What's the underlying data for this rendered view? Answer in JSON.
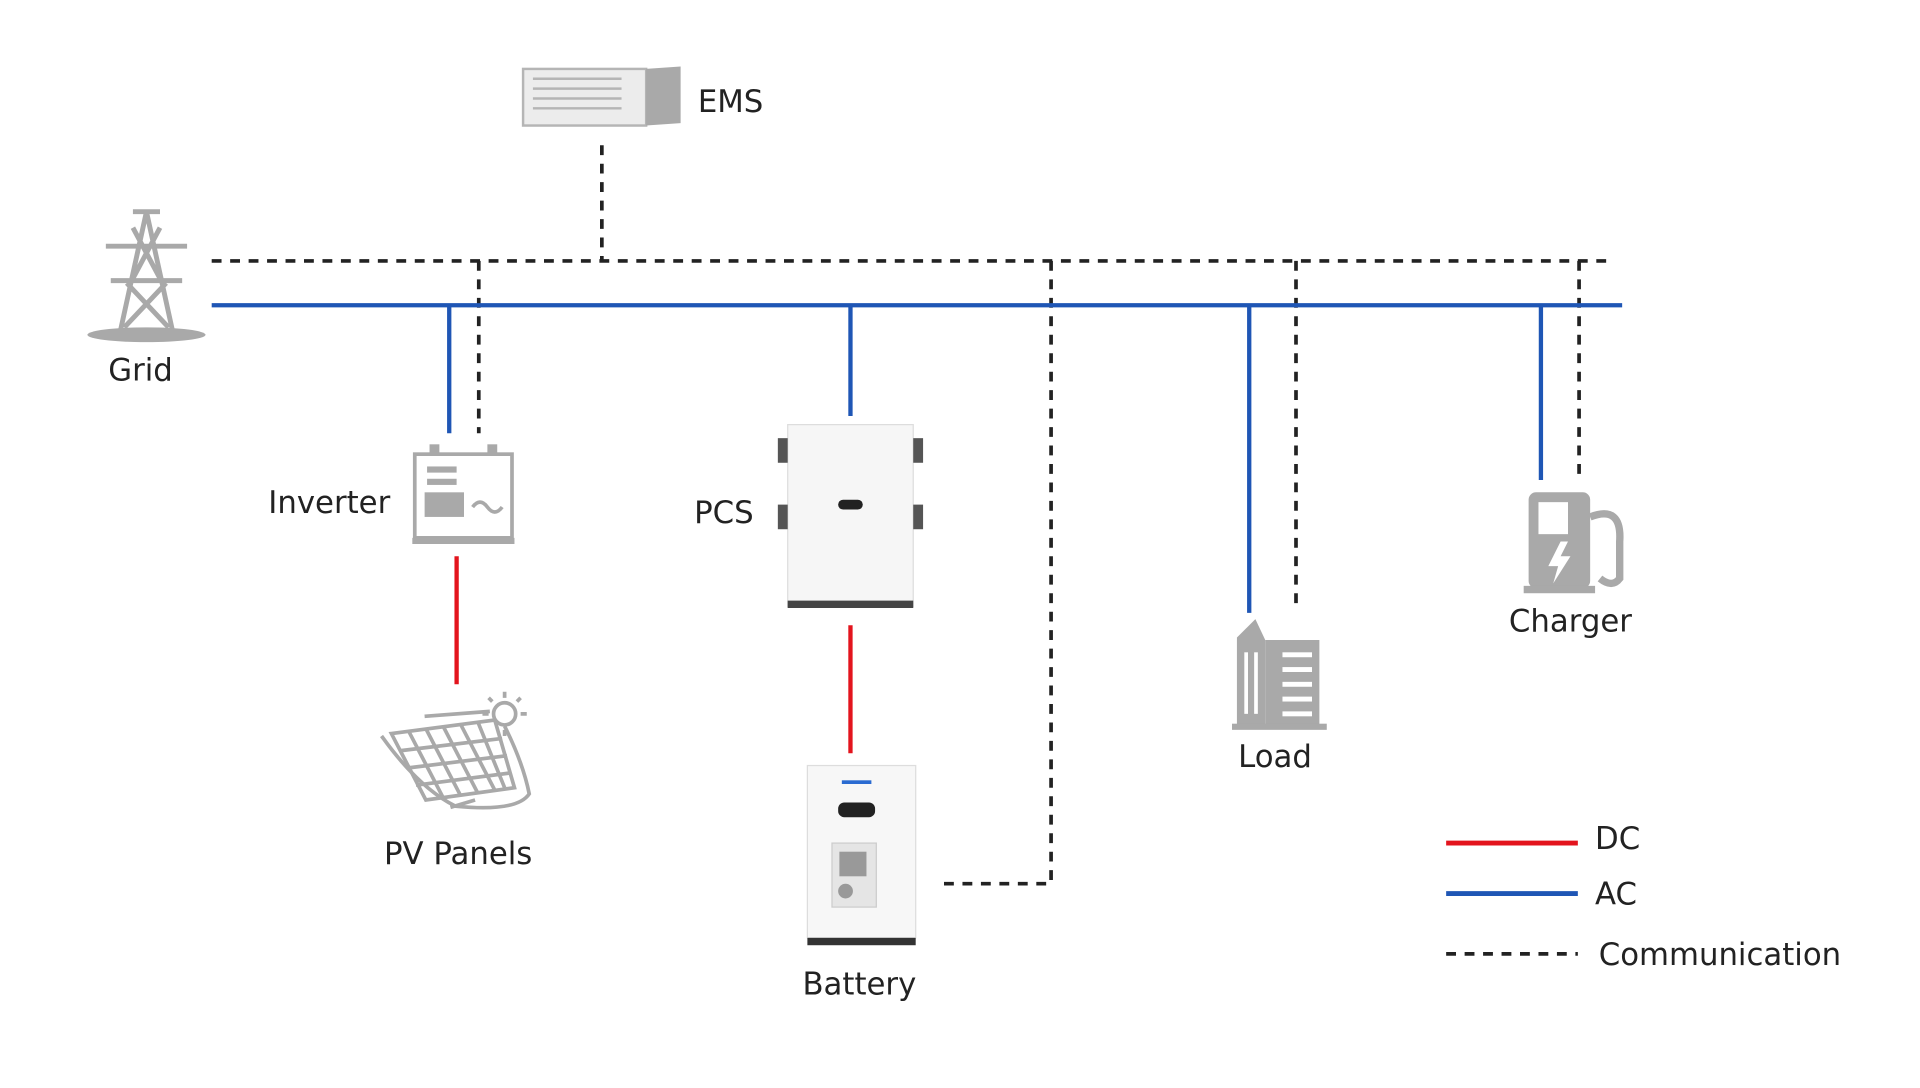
{
  "nodes": {
    "ems": "EMS",
    "grid": "Grid",
    "inverter": "Inverter",
    "pcs": "PCS",
    "pv_panels": "PV Panels",
    "battery": "Battery",
    "load": "Load",
    "charger": "Charger"
  },
  "legend": [
    {
      "label": "DC",
      "color": "#e3141d",
      "style": "solid"
    },
    {
      "label": "AC",
      "color": "#1f56b5",
      "style": "solid"
    },
    {
      "label": "Communication",
      "color": "#222222",
      "style": "dashed"
    }
  ]
}
